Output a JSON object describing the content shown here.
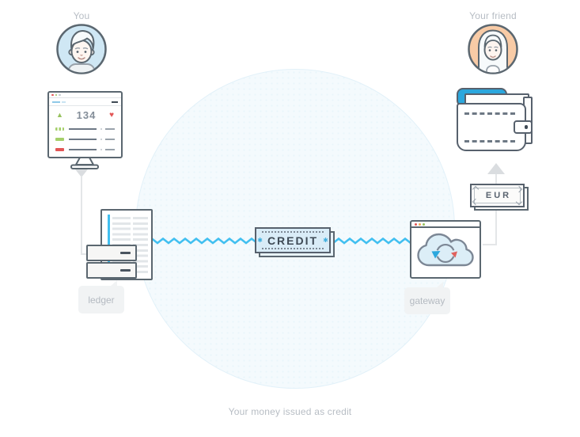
{
  "people": {
    "you_label": "You",
    "friend_label": "Your friend"
  },
  "monitor": {
    "value": "134",
    "icons": {
      "up": "▲",
      "heart": "♥"
    }
  },
  "ledger": {
    "label": "ledger"
  },
  "gateway": {
    "label": "gateway"
  },
  "credit_note": {
    "label": "CREDIT",
    "ornament": "✱"
  },
  "eur_note": {
    "label": "EUR"
  },
  "caption": {
    "text": "Your money issued as credit"
  },
  "colors": {
    "accent_blue": "#41bff0",
    "card_blue": "#2ba7dd",
    "credit_fill": "#d9ecf7",
    "circle_fill": "#f4fafd",
    "avatar_you_bg": "#cfe7f4",
    "avatar_friend_bg": "#f8cba6",
    "outline_dark": "#5b6770",
    "label_gray": "#b4bac1",
    "positive_green": "#97c25e",
    "negative_red": "#e25555"
  }
}
